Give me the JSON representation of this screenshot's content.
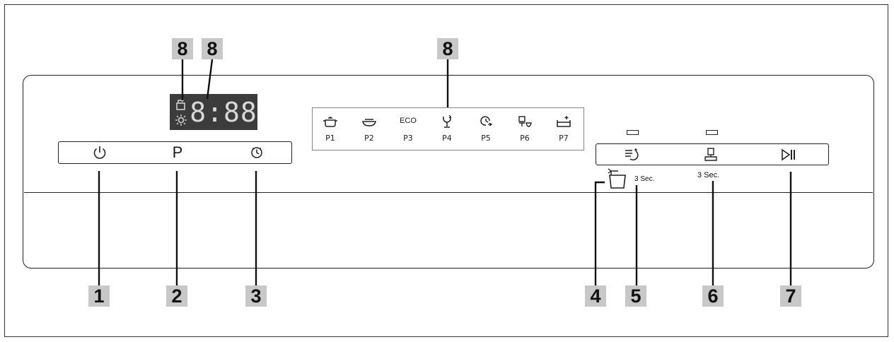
{
  "display": {
    "digits": "8:88",
    "indicators": [
      "rinse-aid-indicator-icon",
      "salt-indicator-icon"
    ]
  },
  "left_buttons": [
    {
      "name": "power-button",
      "icon": "power-icon"
    },
    {
      "name": "program-button",
      "label": "P"
    },
    {
      "name": "delay-button",
      "icon": "clock-icon"
    }
  ],
  "programs": [
    {
      "label": "P1",
      "icon": "pot-icon"
    },
    {
      "label": "P2",
      "icon": "plate-icon"
    },
    {
      "label": "P3",
      "text": "ECO"
    },
    {
      "label": "P4",
      "icon": "glass-icon"
    },
    {
      "label": "P5",
      "icon": "quick-icon"
    },
    {
      "label": "P6",
      "icon": "dishes-icon"
    },
    {
      "label": "P7",
      "icon": "tub-icon"
    }
  ],
  "right_buttons": [
    {
      "name": "extra-dry-button",
      "icon": "extra-dry-icon"
    },
    {
      "name": "half-load-button",
      "icon": "half-load-icon"
    },
    {
      "name": "start-pause-button",
      "icon": "play-pause-icon"
    }
  ],
  "hold_labels": {
    "lock": "3 Sec.",
    "half_load": "3 Sec."
  },
  "callouts": {
    "c1": "1",
    "c2": "2",
    "c3": "3",
    "c4": "4",
    "c5": "5",
    "c6": "6",
    "c7": "7",
    "c8a": "8",
    "c8b": "8",
    "c8c": "8"
  }
}
